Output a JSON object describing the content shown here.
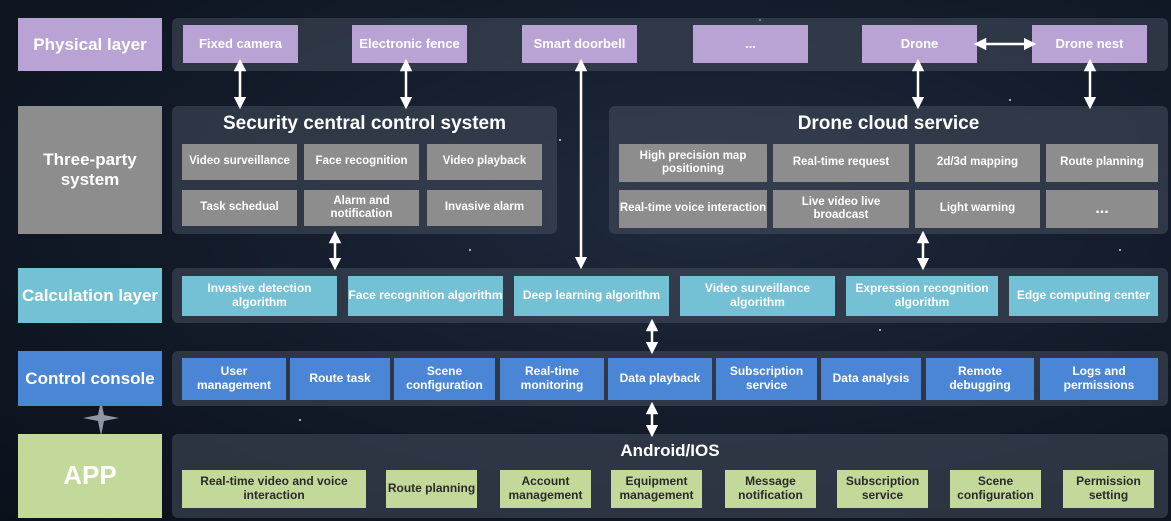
{
  "colors": {
    "physical": "#b9a3d4",
    "three_party": "#8d8d8d",
    "calculation": "#74c0d4",
    "control": "#4b86d6",
    "app": "#c3d99a"
  },
  "layers": {
    "physical": "Physical layer",
    "three_party": "Three-party system",
    "calculation": "Calculation layer",
    "control": "Control console",
    "app": "APP"
  },
  "physical": {
    "items": [
      "Fixed camera",
      "Electronic fence",
      "Smart doorbell",
      "...",
      "Drone",
      "Drone nest"
    ]
  },
  "security": {
    "title": "Security central control system",
    "items": [
      "Video surveillance",
      "Face recognition",
      "Video playback",
      "Task schedual",
      "Alarm and notification",
      "Invasive alarm"
    ]
  },
  "drone_cloud": {
    "title": "Drone cloud service",
    "items": [
      "High precision map positioning",
      "Real-time request",
      "2d/3d mapping",
      "Route planning",
      "Real-time voice interaction",
      "Live video live broadcast",
      "Light warning",
      "..."
    ]
  },
  "calculation": {
    "items": [
      "Invasive detection algorithm",
      "Face recognition algorithm",
      "Deep learning algorithm",
      "Video surveillance algorithm",
      "Expression recognition algorithm",
      "Edge computing center"
    ]
  },
  "control": {
    "items": [
      "User management",
      "Route task",
      "Scene configuration",
      "Real-time monitoring",
      "Data playback",
      "Subscription service",
      "Data analysis",
      "Remote debugging",
      "Logs and permissions"
    ]
  },
  "app": {
    "title": "Android/IOS",
    "items": [
      "Real-time video and voice interaction",
      "Route planning",
      "Account management",
      "Equipment management",
      "Message notification",
      "Subscription service",
      "Scene configuration",
      "Permission setting"
    ]
  }
}
